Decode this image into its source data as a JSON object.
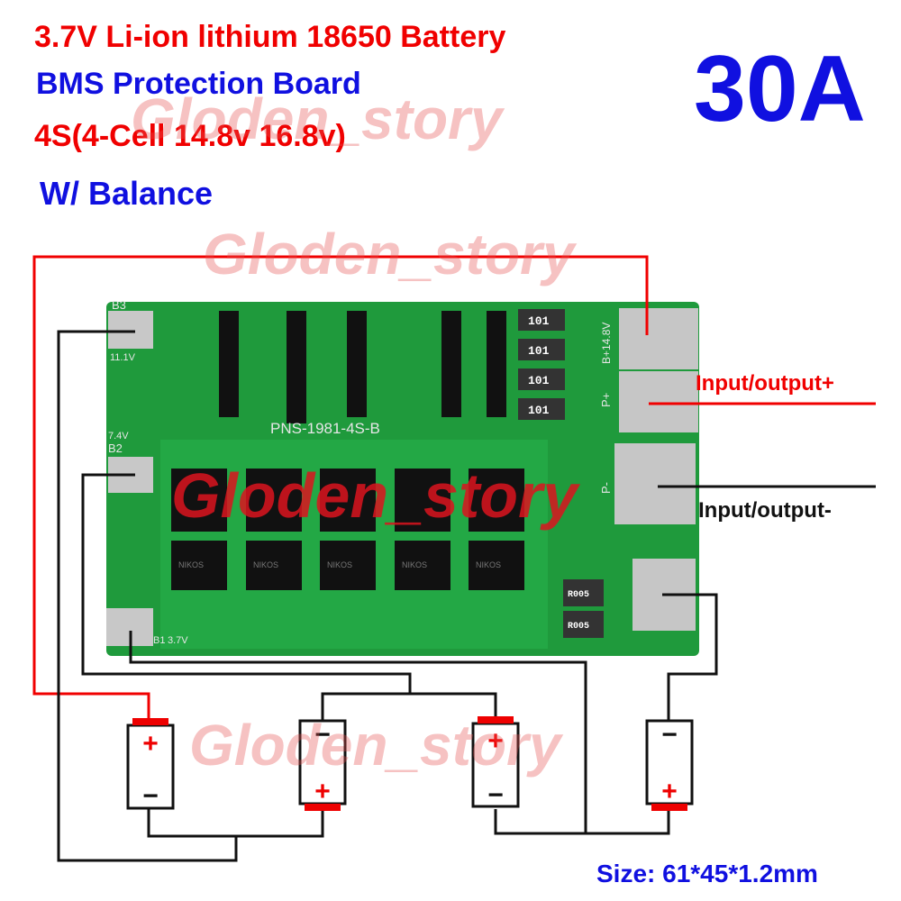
{
  "header": {
    "line1": "3.7V Li-ion lithium 18650 Battery",
    "line2": "BMS Protection Board",
    "line3": "4S(4-Cell 14.8v 16.8v)",
    "line4": "W/ Balance",
    "rating": "30A"
  },
  "board": {
    "model": "PNS-1981-4S-B",
    "pads": {
      "b3": "B3",
      "b3_voltage": "11.1V",
      "b2": "B2",
      "b2_voltage": "7.4V",
      "b1": "B1",
      "b1_voltage": "3.7V",
      "bplus": "B+14.8V",
      "pplus": "P+",
      "pminus": "P-"
    },
    "resistor_code": "101",
    "shunt_code": "R005",
    "mosfet_label": "NIKOS"
  },
  "labels": {
    "output_plus": "Input/output+",
    "output_minus": "Input/output-",
    "size": "Size: 61*45*1.2mm"
  },
  "batteries": [
    {
      "plus": "+",
      "minus": "−"
    },
    {
      "plus": "+",
      "minus": "−"
    },
    {
      "plus": "+",
      "minus": "−"
    },
    {
      "plus": "+",
      "minus": "−"
    }
  ],
  "watermark": "Gloden_story",
  "colors": {
    "red": "#f00000",
    "blue": "#1010e0",
    "pcb": "#1f9a3c"
  }
}
